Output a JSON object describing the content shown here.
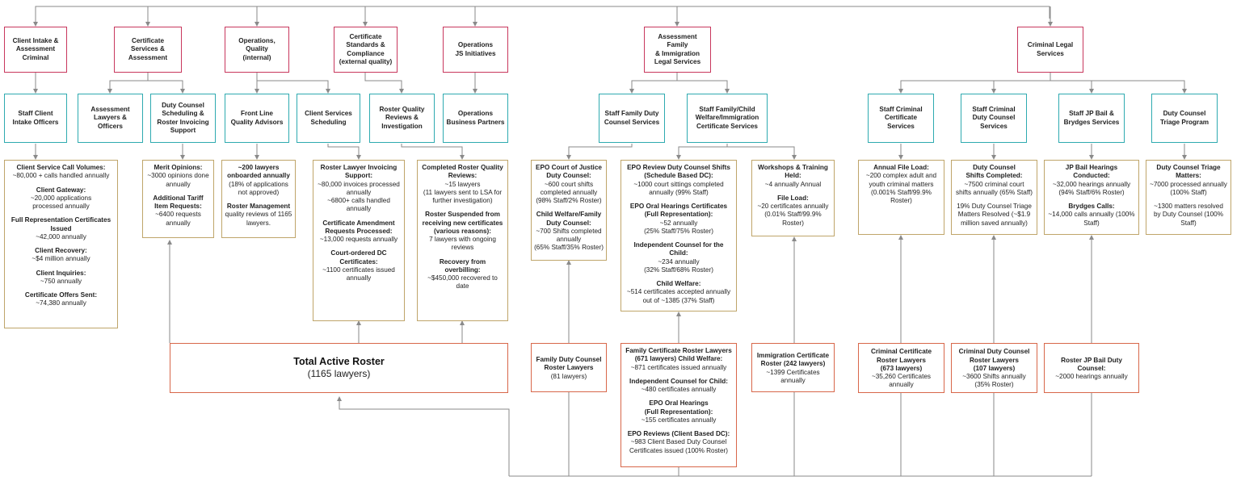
{
  "departments": [
    {
      "id": "d1",
      "label": "Client Intake &\nAssessment\nCriminal"
    },
    {
      "id": "d2",
      "label": "Certificate\nServices &\nAssessment"
    },
    {
      "id": "d3",
      "label": "Operations,\nQuality\n(internal)"
    },
    {
      "id": "d4",
      "label": "Certificate\nStandards &\nCompliance\n(external quality)"
    },
    {
      "id": "d5",
      "label": "Operations\nJS Initiatives"
    },
    {
      "id": "d6",
      "label": "Assessment Family\n& Immigration\nLegal Services"
    },
    {
      "id": "d7",
      "label": "Criminal Legal\nServices"
    }
  ],
  "units": [
    {
      "id": "u1",
      "label": "Staff Client\nIntake Officers"
    },
    {
      "id": "u2",
      "label": "Assessment\nLawyers &\nOfficers"
    },
    {
      "id": "u3",
      "label": "Duty Counsel\nScheduling &\nRoster Invoicing\nSupport"
    },
    {
      "id": "u4",
      "label": "Front Line\nQuality Advisors"
    },
    {
      "id": "u5",
      "label": "Client Services\nScheduling"
    },
    {
      "id": "u6",
      "label": "Roster Quality\nReviews &\nInvestigation"
    },
    {
      "id": "u7",
      "label": "Operations\nBusiness Partners"
    },
    {
      "id": "u8",
      "label": "Staff Family Duty\nCounsel Services"
    },
    {
      "id": "u9",
      "label": "Staff Family/Child\nWelfare/Immigration\nCertificate Services"
    },
    {
      "id": "u10",
      "label": "Staff Criminal\nCertificate\nServices"
    },
    {
      "id": "u11",
      "label": "Staff Criminal\nDuty Counsel\nServices"
    },
    {
      "id": "u12",
      "label": "Staff JP Bail &\nBrydges Services"
    },
    {
      "id": "u13",
      "label": "Duty Counsel\nTriage Program"
    }
  ],
  "stats_boxes": [
    {
      "id": "s1",
      "items": [
        {
          "h": "Client Service Call Volumes:",
          "t": "~80,000 + calls handled annually"
        },
        {
          "h": "Client Gateway:",
          "t": "~20,000 applications\nprocessed annually"
        },
        {
          "h": "Full Representation Certificates\nIssued",
          "t": "~42,000 annually"
        },
        {
          "h": "Client Recovery:",
          "t": "~$4 million annually"
        },
        {
          "h": "Client Inquiries:",
          "t": "~750 annually"
        },
        {
          "h": "Certificate Offers Sent:",
          "t": "~74,380 annually"
        }
      ]
    },
    {
      "id": "s2",
      "items": [
        {
          "h": "Merit Opinions:",
          "t": "~3000 opinions done\nannually"
        },
        {
          "h": "Additional Tariff\nItem Requests:",
          "t": "~6400 requests\nannually"
        }
      ]
    },
    {
      "id": "s3",
      "items": [
        {
          "h": "~200 lawyers\nonboarded annually",
          "t": "(18% of applications\nnot approved)"
        },
        {
          "h": "Roster Management",
          "t": "quality reviews of 1165\nlawyers."
        }
      ]
    },
    {
      "id": "s4",
      "items": [
        {
          "h": "Roster Lawyer Invoicing\nSupport:",
          "t": "~80,000 invoices processed\nannually\n~6800+ calls handled\nannually"
        },
        {
          "h": "Certificate Amendment\nRequests Processed:",
          "t": "~13,000 requests annually"
        },
        {
          "h": "Court-ordered DC\nCertificates:",
          "t": "~1100 certificates issued\nannually"
        }
      ]
    },
    {
      "id": "s5",
      "items": [
        {
          "h": "Completed Roster Quality\nReviews:",
          "t": "~15 lawyers\n(11 lawyers sent to LSA for\nfurther investigation)"
        },
        {
          "h": "Roster Suspended from\nreceiving new certificates\n(various reasons):",
          "t": "7 lawyers with ongoing\nreviews"
        },
        {
          "h": "Recovery from\noverbilling:",
          "t": "~$450,000 recovered to\ndate"
        }
      ]
    },
    {
      "id": "s6",
      "items": [
        {
          "h": "EPO Court of Justice\nDuty Counsel:",
          "t": "~600 court shifts\ncompleted annually\n(98% Staff/2% Roster)"
        },
        {
          "h": "Child Welfare/Family\nDuty Counsel:",
          "t": "~700 Shifts completed\nannually\n(65% Staff/35% Roster)"
        }
      ]
    },
    {
      "id": "s7",
      "items": [
        {
          "h": "EPO Review Duty Counsel Shifts\n(Schedule Based DC):",
          "t": "~1000 court sittings completed\nannually (99% Staff)"
        },
        {
          "h": "EPO Oral Hearings Certificates\n(Full Representation):",
          "t": "~52 annually\n(25% Staff/75% Roster)"
        },
        {
          "h": "Independent Counsel for the Child:",
          "t": "~234 annually\n(32% Staff/68% Roster)"
        },
        {
          "h": "Child Welfare:",
          "t": "~514 certificates accepted annually\nout of ~1385 (37% Staff)"
        }
      ]
    },
    {
      "id": "s8",
      "items": [
        {
          "h": "Workshops & Training\nHeld:",
          "t": "~4 annually Annual"
        },
        {
          "h": "File Load:",
          "t": "~20 certificates annually\n(0.01% Staff/99.9% Roster)"
        }
      ]
    },
    {
      "id": "s9",
      "items": [
        {
          "h": "Annual File Load:",
          "t": "~200 complex adult and\nyouth criminal matters\n(0.001% Staff/99.9%\nRoster)"
        }
      ]
    },
    {
      "id": "s10",
      "items": [
        {
          "h": "Duty Counsel\nShifts Completed:",
          "t": "~7500 criminal court\nshifts annually (65% Staff)"
        },
        {
          "h": "",
          "t": "19% Duty Counsel Triage\nMatters Resolved (~$1.9\nmillion saved annually)"
        }
      ]
    },
    {
      "id": "s11",
      "items": [
        {
          "h": "JP Bail Hearings Conducted:",
          "t": "~32,000 hearings annually\n(94% Staff/6% Roster)"
        },
        {
          "h": "Brydges Calls:",
          "t": "~14,000 calls annually (100%\nStaff)"
        }
      ]
    },
    {
      "id": "s12",
      "items": [
        {
          "h": "Duty Counsel Triage\nMatters:",
          "t": "~7000 processed annually\n(100% Staff)"
        },
        {
          "h": "",
          "t": "~1300 matters resolved\nby Duty Counsel (100%\nStaff)"
        }
      ]
    }
  ],
  "total_roster": {
    "title": "Total Active Roster",
    "subtitle": "(1165 lawyers)"
  },
  "roster_boxes": [
    {
      "id": "r1",
      "items": [
        {
          "h": "Family Duty Counsel\nRoster Lawyers",
          "t": "(81 lawyers)"
        }
      ]
    },
    {
      "id": "r2",
      "items": [
        {
          "h": "Family Certificate Roster Lawyers\n(671 lawyers) Child Welfare:",
          "t": "~871 certificates issued annually"
        },
        {
          "h": "Independent Counsel for Child:",
          "t": "~480 certificates annually"
        },
        {
          "h": "EPO Oral Hearings\n(Full Representation):",
          "t": "~155 certificates annually"
        },
        {
          "h": "EPO Reviews (Client Based DC):",
          "t": "~983 Client Based Duty Counsel\nCertificates issued (100% Roster)"
        }
      ]
    },
    {
      "id": "r3",
      "items": [
        {
          "h": "Immigration Certificate\nRoster (242 lawyers)",
          "t": "~1399 Certificates\nannually"
        }
      ]
    },
    {
      "id": "r4",
      "items": [
        {
          "h": "Criminal Certificate\nRoster Lawyers\n(673 lawyers)",
          "t": "~35,260 Certificates\nannually"
        }
      ]
    },
    {
      "id": "r5",
      "items": [
        {
          "h": "Criminal Duty Counsel\nRoster Lawyers\n(107 lawyers)",
          "t": "~3600 Shifts annually\n(35% Roster)"
        }
      ]
    },
    {
      "id": "r6",
      "items": [
        {
          "h": "Roster JP Bail Duty Counsel:",
          "t": "~2000 hearings annually"
        }
      ]
    }
  ],
  "colors": {
    "department": "#c8375d",
    "unit": "#2eaab0",
    "stats": "#bfa56a",
    "roster": "#d8674a",
    "connector": "#8a8a8a"
  }
}
